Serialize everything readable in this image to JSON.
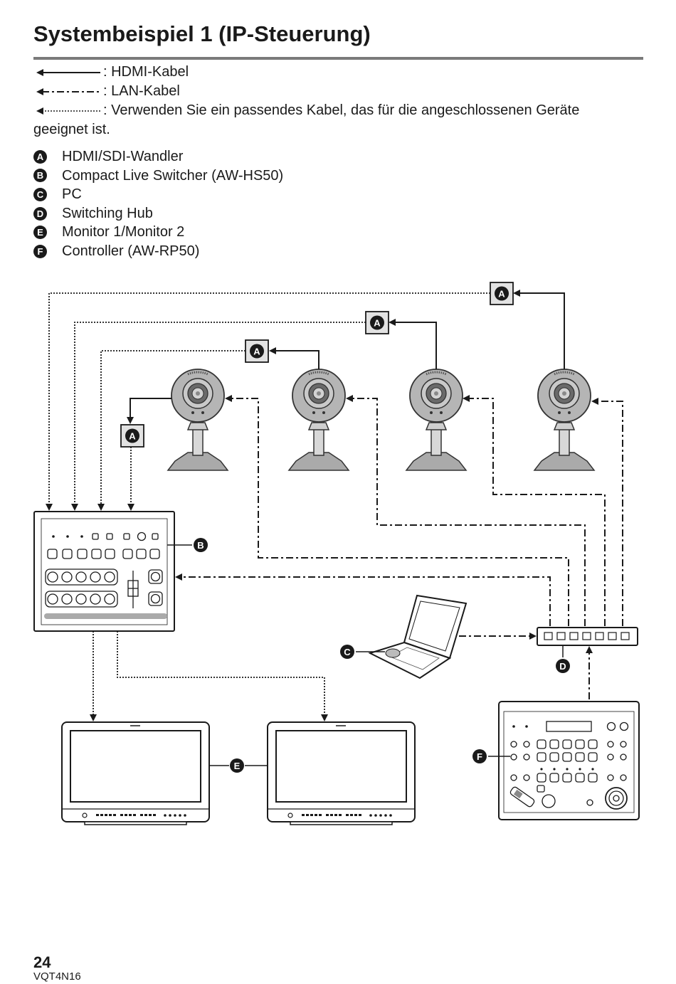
{
  "page": {
    "title": "Systembeispiel 1 (IP-Steuerung)",
    "page_number": "24",
    "doc_code": "VQT4N16"
  },
  "legend": [
    {
      "style": "solid",
      "text": ": HDMI-Kabel"
    },
    {
      "style": "dashdot",
      "text": ": LAN-Kabel"
    },
    {
      "style": "dotted",
      "text": ": Verwenden Sie ein passendes Kabel, das für die angeschlossenen Geräte",
      "text_cont": "geeignet ist."
    }
  ],
  "items": [
    {
      "letter": "A",
      "label": "HDMI/SDI-Wandler"
    },
    {
      "letter": "B",
      "label": "Compact Live Switcher (AW-HS50)"
    },
    {
      "letter": "C",
      "label": "PC"
    },
    {
      "letter": "D",
      "label": "Switching Hub"
    },
    {
      "letter": "E",
      "label": "Monitor 1/Monitor 2"
    },
    {
      "letter": "F",
      "label": "Controller (AW-RP50)"
    }
  ],
  "diagram": {
    "labels": {
      "a": "A",
      "b": "B",
      "c": "C",
      "d": "D",
      "e": "E",
      "f": "F"
    }
  }
}
